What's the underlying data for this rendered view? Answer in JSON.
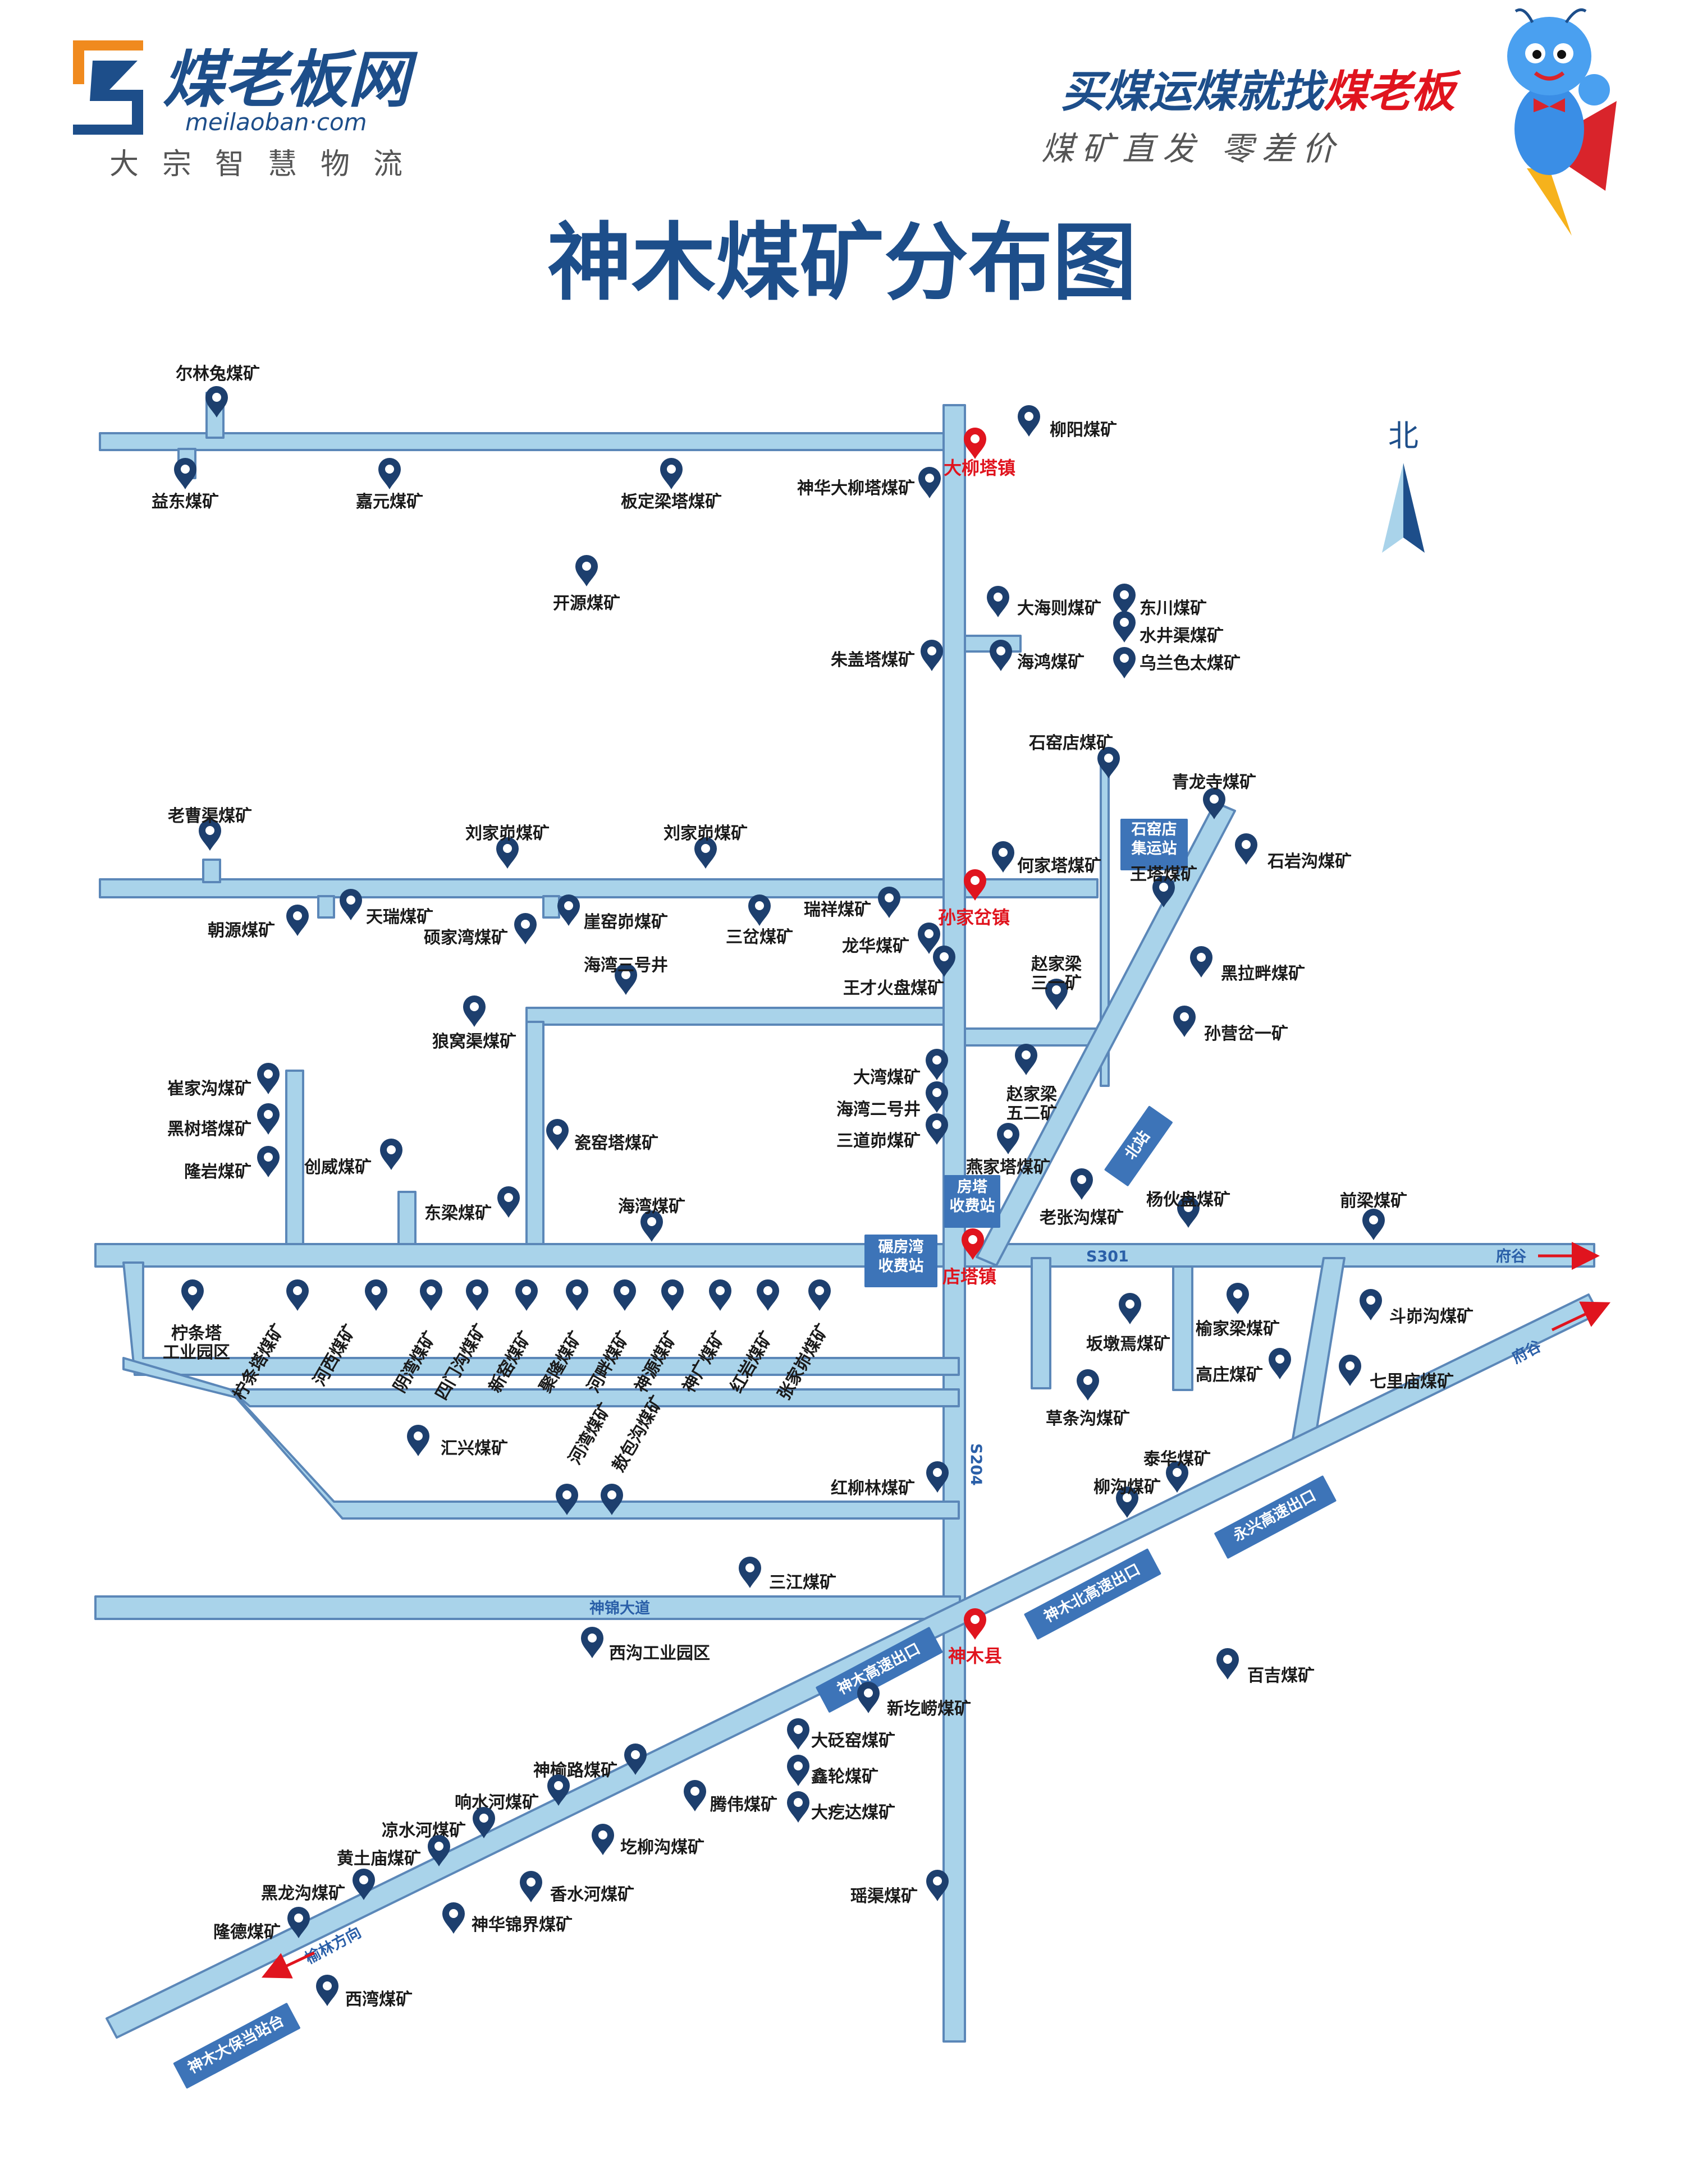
{
  "brand": {
    "name": "煤老板网",
    "url": "meilaoban·com",
    "tagline": "大宗智慧物流",
    "slogan_prefix": "买煤运煤就找",
    "slogan_highlight": "煤老板",
    "slogan_sub": "煤矿直发  零差价",
    "colors": {
      "navy": "#1d4e8a",
      "orange": "#f08a1e",
      "red": "#e0141e"
    }
  },
  "title": "神木煤矿分布图",
  "compass": "北",
  "colors": {
    "road_fill": "#a9d3ea",
    "road_edge": "#5b87b8",
    "pin": "#1d3f6e",
    "town_pin": "#e0141e",
    "tag_box": "#3d74b8"
  },
  "towns": [
    "大柳塔镇",
    "孙家岔镇",
    "店塔镇",
    "神木县"
  ],
  "roads": [
    "S301",
    "S204",
    "神锦大道",
    "府谷",
    "府谷",
    "榆林方向"
  ],
  "tags": [
    "石窑店\n集运站",
    "房塔\n收费站",
    "碾房湾\n收费站",
    "北站",
    "永兴高速出口",
    "神木北高速出口",
    "神木高速出口",
    "神木大保当站台"
  ],
  "mines": [
    "尔林兔煤矿",
    "益东煤矿",
    "嘉元煤矿",
    "板定梁塔煤矿",
    "神华大柳塔煤矿",
    "柳阳煤矿",
    "开源煤矿",
    "大海则煤矿",
    "东川煤矿",
    "水井渠煤矿",
    "朱盖塔煤矿",
    "海鸿煤矿",
    "乌兰色太煤矿",
    "石窑店煤矿",
    "青龙寺煤矿",
    "老曹渠煤矿",
    "刘家峁煤矿",
    "刘家峁煤矿",
    "何家塔煤矿",
    "石岩沟煤矿",
    "王塔煤矿",
    "朝源煤矿",
    "天瑞煤矿",
    "硕家湾煤矿",
    "崖窑峁煤矿",
    "三岔煤矿",
    "瑞祥煤矿",
    "龙华煤矿",
    "王才火盘煤矿",
    "海湾三号井",
    "赵家梁\n三一矿",
    "黑拉畔煤矿",
    "狼窝渠煤矿",
    "孙营岔一矿",
    "大湾煤矿",
    "海湾二号井",
    "三道峁煤矿",
    "赵家梁\n五二矿",
    "崔家沟煤矿",
    "黑树塔煤矿",
    "隆岩煤矿",
    "创威煤矿",
    "瓷窑塔煤矿",
    "燕家塔煤矿",
    "东梁煤矿",
    "海湾煤矿",
    "老张沟煤矿",
    "杨伙盘煤矿",
    "前梁煤矿",
    "柠条塔\n工业园区",
    "柠条塔煤矿",
    "河西煤矿",
    "阴湾煤矿",
    "四门沟煤矿",
    "新窑煤矿",
    "聚隆煤矿",
    "河畔煤矿",
    "神源煤矿",
    "神广煤矿",
    "红岩煤矿",
    "张家峁煤矿",
    "坂墩焉煤矿",
    "榆家梁煤矿",
    "斗峁沟煤矿",
    "高庄煤矿",
    "七里庙煤矿",
    "草条沟煤矿",
    "汇兴煤矿",
    "河湾煤矿",
    "敖包沟煤矿",
    "红柳林煤矿",
    "泰华煤矿",
    "柳沟煤矿",
    "三江煤矿",
    "西沟工业园区",
    "百吉煤矿",
    "新圪崂煤矿",
    "神榆路煤矿",
    "大砭窑煤矿",
    "响水河煤矿",
    "腾伟煤矿",
    "鑫轮煤矿",
    "大疙达煤矿",
    "凉水河煤矿",
    "黄土庙煤矿",
    "圪柳沟煤矿",
    "香水河煤矿",
    "黑龙沟煤矿",
    "瑶渠煤矿",
    "隆德煤矿",
    "神华锦界煤矿",
    "西湾煤矿"
  ]
}
